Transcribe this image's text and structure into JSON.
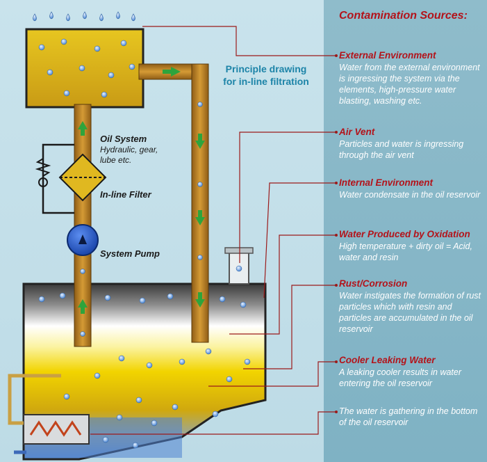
{
  "heading": "Contamination Sources:",
  "principle_title": "Principle drawing for in-line filtration",
  "labels": {
    "oil_system": "Oil System",
    "oil_system_sub": "Hydraulic, gear, lube etc.",
    "inline_filter": "In-line Filter",
    "system_pump": "System Pump"
  },
  "sources": [
    {
      "title": "External Environment",
      "desc": "Water from the external environment is ingressing the system via the elements, high-pressure water blasting, washing etc."
    },
    {
      "title": "Air Vent",
      "desc": "Particles and water is ingressing through the air vent"
    },
    {
      "title": "Internal Environment",
      "desc": "Water condensate in the oil reservoir"
    },
    {
      "title": "Water Produced by Oxidation",
      "desc": "High temperature + dirty oil = Acid, water and resin"
    },
    {
      "title": "Rust/Corrosion",
      "desc": "Water instigates the formation of rust particles which with resin and particles are accumulated in the oil reservoir"
    },
    {
      "title": "Cooler Leaking Water",
      "desc": "A leaking cooler results in water entering the oil reservoir"
    },
    {
      "title": "",
      "desc": "The water is gathering in the bottom of the oil reservoir"
    }
  ],
  "colors": {
    "accent_red": "#b3131a",
    "oil_yellow": "#f2d400",
    "pipe_brown": "#b87c1e",
    "pump_blue": "#1f57c9",
    "flow_arrow": "#2ea43c",
    "water_blue": "#4d8fd8"
  }
}
